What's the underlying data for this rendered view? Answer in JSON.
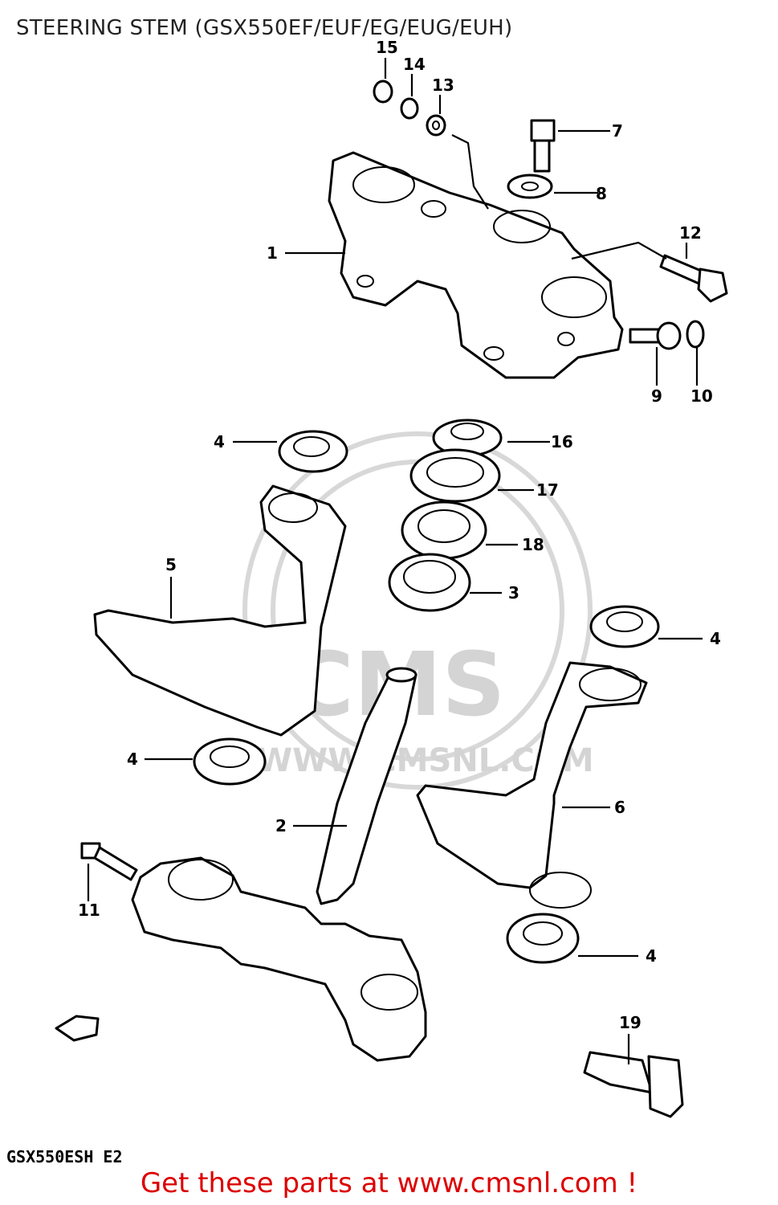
{
  "title": "STEERING STEM (GSX550EF/EUF/EG/EUG/EUH)",
  "model_code": "GSX550ESH E2",
  "call_to_action": "Get these parts at www.cmsnl.com !",
  "watermark": {
    "brand": "CMS",
    "url": "WWW.CMSNL.COM"
  },
  "callouts": [
    "1",
    "2",
    "3",
    "4",
    "4",
    "4",
    "4",
    "5",
    "6",
    "7",
    "8",
    "9",
    "10",
    "11",
    "12",
    "13",
    "14",
    "15",
    "16",
    "17",
    "18",
    "19"
  ],
  "colors": {
    "cta": "#dd0000",
    "line": "#000000",
    "watermark": "#d8d8d8"
  }
}
